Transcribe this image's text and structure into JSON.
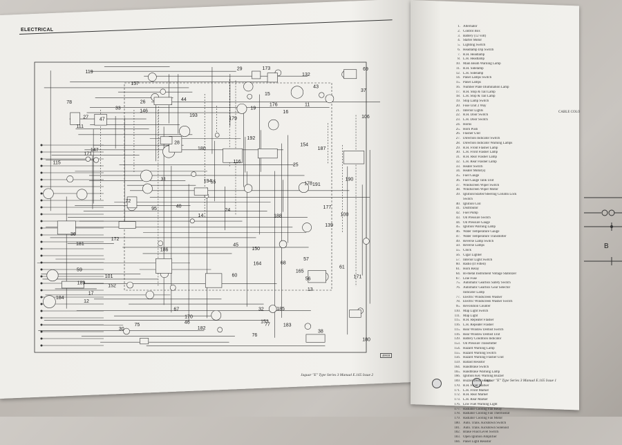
{
  "page": {
    "section_header": "ELECTRICAL",
    "footer_left": "Jaguar \"E\" Type Series 3 Manual E.165 Issue 2",
    "footer_right": "Jaguar \"E\" Type Series 3 Manual E.165 Issue 1",
    "diagram_ref": "49918"
  },
  "right_page": {
    "cable_heading": "CABLE COLO",
    "symbol_label": "B",
    "components": [
      {
        "n": "1.",
        "t": "Alternator"
      },
      {
        "n": "2.",
        "t": "Control Box"
      },
      {
        "n": "3.",
        "t": "Battery (12 volt)"
      },
      {
        "n": "4.",
        "t": "Starter Motor"
      },
      {
        "n": "5.",
        "t": "Lighting Switch"
      },
      {
        "n": "6.",
        "t": "Headlamp Dip Switch"
      },
      {
        "n": "7.",
        "t": "R.H. Headlamp"
      },
      {
        "n": "8.",
        "t": "L.H. Headlamp"
      },
      {
        "n": "10.",
        "t": "Main Beam Warning Lamp"
      },
      {
        "n": "11.",
        "t": "R.H. Sidelamp"
      },
      {
        "n": "12.",
        "t": "L.H. Sidelamp"
      },
      {
        "n": "14.",
        "t": "Panel Lamps Switch"
      },
      {
        "n": "15.",
        "t": "Panel Lamps"
      },
      {
        "n": "16.",
        "t": "Number Plate Illumination Lamp"
      },
      {
        "n": "17.",
        "t": "R.H. Stop & Tail Lamp"
      },
      {
        "n": "18.",
        "t": "L.H. Stop & Tail Lamp"
      },
      {
        "n": "19.",
        "t": "Stop Lamp Switch"
      },
      {
        "n": "20.",
        "t": "Fuse Unit 2 Way"
      },
      {
        "n": "21.",
        "t": "Interior Lights"
      },
      {
        "n": "22.",
        "t": "R.H. Door Switch"
      },
      {
        "n": "23.",
        "t": "L.H. Door Switch"
      },
      {
        "n": "24.",
        "t": "Horns"
      },
      {
        "n": "25.",
        "t": "Horn Push"
      },
      {
        "n": "26.",
        "t": "Flasher Unit"
      },
      {
        "n": "27.",
        "t": "Direction Indicator Switch"
      },
      {
        "n": "28.",
        "t": "Direction Indicator Warning Lamps"
      },
      {
        "n": "29.",
        "t": "R.H. Front Flasher Lamp"
      },
      {
        "n": "30.",
        "t": "L.H. Front Flasher Lamp"
      },
      {
        "n": "31.",
        "t": "R.H. Rear Flasher Lamp"
      },
      {
        "n": "32.",
        "t": "L.H. Rear Flasher Lamp"
      },
      {
        "n": "33.",
        "t": "Heater Switch"
      },
      {
        "n": "34.",
        "t": "Heater Motor(s)"
      },
      {
        "n": "35.",
        "t": "Fuel Gauge"
      },
      {
        "n": "36.",
        "t": "Fuel Gauge Tank Unit"
      },
      {
        "n": "37.",
        "t": "Windscreen Wiper Switch"
      },
      {
        "n": "38.",
        "t": "Windscreen Wiper Motor"
      },
      {
        "n": "39.",
        "t": "Ignition/Starter/Steering Column Lock"
      },
      {
        "n": "",
        "t": "Switch"
      },
      {
        "n": "40.",
        "t": "Ignition Coil"
      },
      {
        "n": "41.",
        "t": "Distributor"
      },
      {
        "n": "42.",
        "t": "Fuel Pump"
      },
      {
        "n": "43.",
        "t": "Oil Pressure Switch"
      },
      {
        "n": "44.",
        "t": "Oil Pressure Gauge"
      },
      {
        "n": "45.",
        "t": "Ignition Warning Lamp"
      },
      {
        "n": "46.",
        "t": "Water Temperature Gauge"
      },
      {
        "n": "47.",
        "t": "Water Temperature Transmitter"
      },
      {
        "n": "49.",
        "t": "Reverse Lamp Switch"
      },
      {
        "n": "50.",
        "t": "Reverse Lamps"
      },
      {
        "n": "55.",
        "t": "Clock"
      },
      {
        "n": "56.",
        "t": "Cigar Lighter"
      },
      {
        "n": "57.",
        "t": "Interior Light Switch"
      },
      {
        "n": "60.",
        "t": "Radio (If Fitted)"
      },
      {
        "n": "61.",
        "t": "Horn Relay"
      },
      {
        "n": "64.",
        "t": "Bi-metal Instrument Voltage Stabilizer"
      },
      {
        "n": "67.",
        "t": "Line Fuse"
      },
      {
        "n": "75.",
        "t": "Automatic Gearbox Safety Switch"
      },
      {
        "n": "76.",
        "t": "Automatic Gearbox Gear Selector"
      },
      {
        "n": "",
        "t": "Indicator Lamp"
      },
      {
        "n": "77.",
        "t": "Electric Windscreen Washer"
      },
      {
        "n": "78.",
        "t": "Electric Windscreen Washer Switch"
      },
      {
        "n": "95.",
        "t": "Revolution Counter"
      },
      {
        "n": "110.",
        "t": "Map Light Switch"
      },
      {
        "n": "111.",
        "t": "Map Light"
      },
      {
        "n": "115.",
        "t": "R.H. Repeater Flasher"
      },
      {
        "n": "116.",
        "t": "L.H. Repeater Flasher"
      },
      {
        "n": "115.",
        "t": "Rear Window Demist Switch"
      },
      {
        "n": "116.",
        "t": "Rear Window Demist Unit"
      },
      {
        "n": "139.",
        "t": "Battery Condition Indicator"
      },
      {
        "n": "153.",
        "t": "Oil Pressure Transmitter"
      },
      {
        "n": "154.",
        "t": "Hazard Warning Lamp"
      },
      {
        "n": "155.",
        "t": "Hazard Warning Switch"
      },
      {
        "n": "156.",
        "t": "Hazard Warning Flasher Unit"
      },
      {
        "n": "159.",
        "t": "Ballast Resistor"
      },
      {
        "n": "164.",
        "t": "Handbrake Switch"
      },
      {
        "n": "165.",
        "t": "Handbrake Warning Lamp"
      },
      {
        "n": "166.",
        "t": "Ignition Key Warning Buzzer"
      },
      {
        "n": "169.",
        "t": "Buzzer Door Switch"
      },
      {
        "n": "170.",
        "t": "R.H. Front Marker"
      },
      {
        "n": "171.",
        "t": "L.H. Front Marker"
      },
      {
        "n": "172.",
        "t": "R.H. Rear Marker"
      },
      {
        "n": "173.",
        "t": "L.H. Rear Marker"
      },
      {
        "n": "176.",
        "t": "Low Fuel Warning Light"
      },
      {
        "n": "177.",
        "t": "Radiator Cooling Fan Relay"
      },
      {
        "n": "178.",
        "t": "Radiator Cooling Fan Thermostat"
      },
      {
        "n": "179.",
        "t": "Radiator Cooling Fan Motor"
      },
      {
        "n": "180.",
        "t": "Auto. Trans. Kickdown Switch"
      },
      {
        "n": "181.",
        "t": "Auto. Trans. Kickdown Solenoid"
      },
      {
        "n": "182.",
        "t": "Brake Fluid Level Switch"
      },
      {
        "n": "183.",
        "t": "Open Ignition Amplifier"
      },
      {
        "n": "184.",
        "t": "Panel Light Resistor"
      }
    ]
  },
  "diagram_labels": [
    "95",
    "36",
    "38",
    "40",
    "19",
    "100",
    "72",
    "78",
    "150",
    "152",
    "185",
    "186",
    "60",
    "61",
    "67",
    "68",
    "69",
    "181",
    "180",
    "157",
    "154",
    "153",
    "111",
    "11",
    "12",
    "13",
    "14",
    "15",
    "16",
    "17",
    "173",
    "172",
    "171",
    "170",
    "24",
    "25",
    "26",
    "27",
    "28",
    "29",
    "30",
    "31",
    "32",
    "33",
    "37",
    "43",
    "44",
    "45",
    "46",
    "47",
    "55",
    "56",
    "57",
    "59",
    "75",
    "76",
    "77",
    "101",
    "115",
    "116",
    "139",
    "146",
    "147",
    "164",
    "165",
    "176",
    "177",
    "178",
    "179",
    "187",
    "188",
    "189",
    "190",
    "191",
    "192",
    "193",
    "194",
    "182",
    "183",
    "184",
    "106",
    "119",
    "132",
    "180",
    "171"
  ]
}
